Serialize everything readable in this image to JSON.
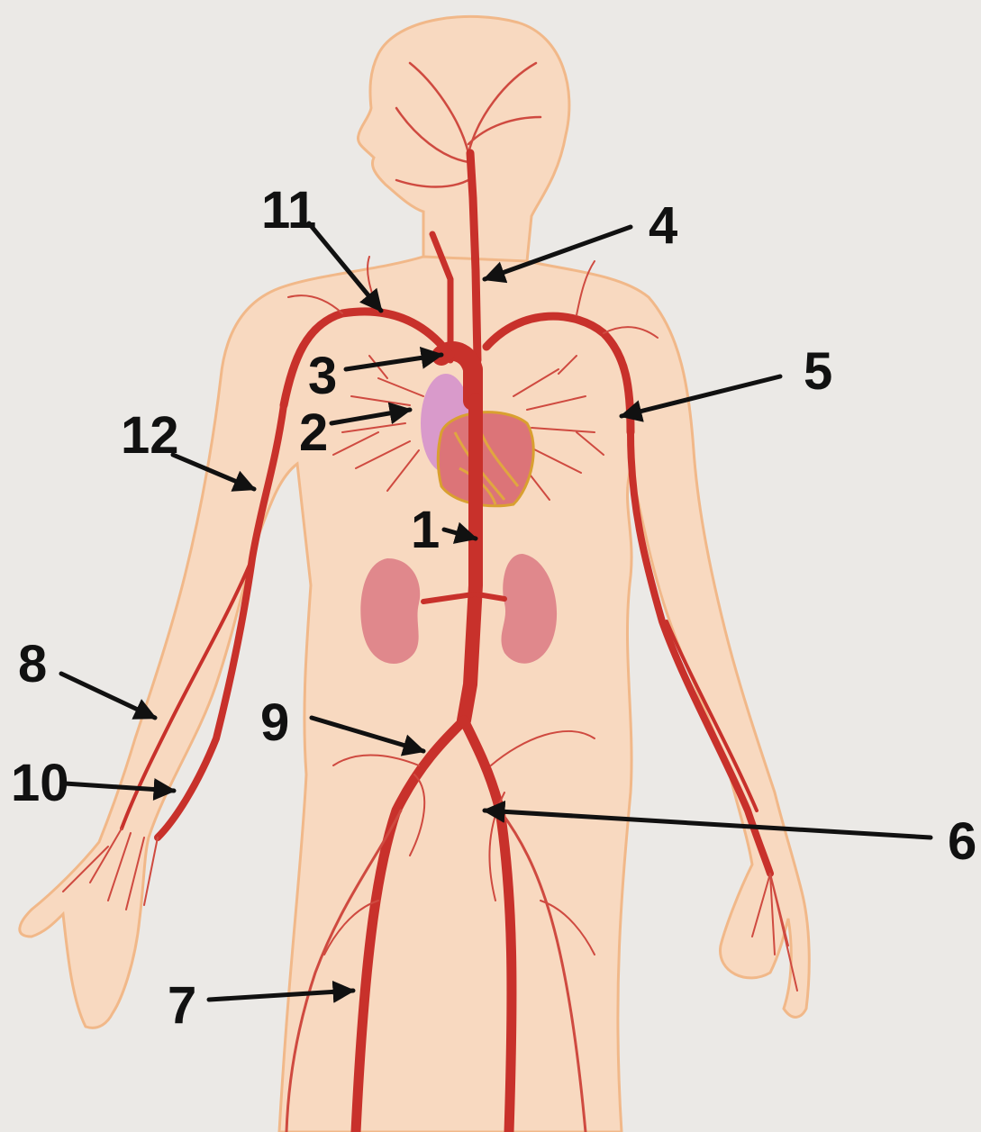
{
  "labels": [
    {
      "id": "1",
      "text": "1"
    },
    {
      "id": "2",
      "text": "2"
    },
    {
      "id": "3",
      "text": "3"
    },
    {
      "id": "4",
      "text": "4"
    },
    {
      "id": "5",
      "text": "5"
    },
    {
      "id": "6",
      "text": "6"
    },
    {
      "id": "7",
      "text": "7"
    },
    {
      "id": "8",
      "text": "8"
    },
    {
      "id": "9",
      "text": "9"
    },
    {
      "id": "10",
      "text": "10"
    },
    {
      "id": "11",
      "text": "11"
    },
    {
      "id": "12",
      "text": "12"
    }
  ],
  "colors": {
    "background": "#ebe9e6",
    "skin": "#f8d9c0",
    "skin_outline": "#f1b889",
    "artery": "#c8312b",
    "heart": "#d9738a",
    "kidney": "#e0888c",
    "label": "#111111"
  }
}
